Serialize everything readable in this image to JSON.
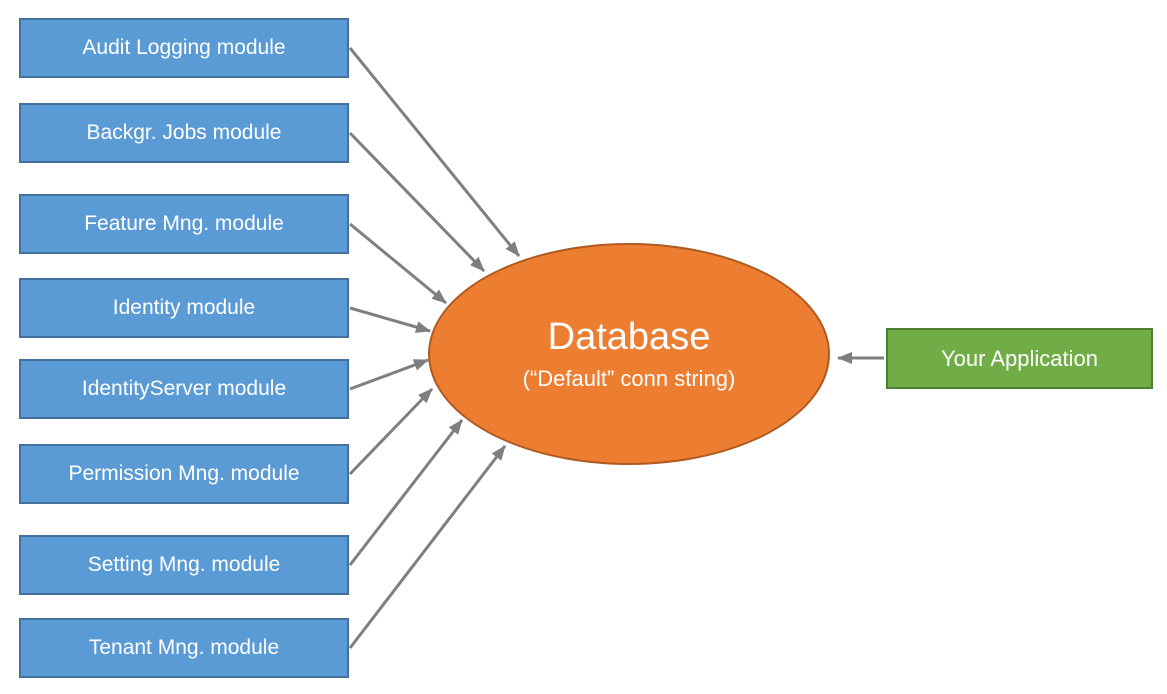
{
  "diagram": {
    "modules": [
      {
        "label": "Audit Logging module"
      },
      {
        "label": "Backgr. Jobs module"
      },
      {
        "label": "Feature Mng. module"
      },
      {
        "label": "Identity module"
      },
      {
        "label": "IdentityServer module"
      },
      {
        "label": "Permission Mng. module"
      },
      {
        "label": "Setting Mng. module"
      },
      {
        "label": "Tenant Mng. module"
      }
    ],
    "database": {
      "title": "Database",
      "subtitle": "(“Default” conn string)"
    },
    "application": {
      "label": "Your Application"
    },
    "connections": [
      {
        "from": "Audit Logging module",
        "to": "Database"
      },
      {
        "from": "Backgr. Jobs module",
        "to": "Database"
      },
      {
        "from": "Feature Mng. module",
        "to": "Database"
      },
      {
        "from": "Identity module",
        "to": "Database"
      },
      {
        "from": "IdentityServer module",
        "to": "Database"
      },
      {
        "from": "Permission Mng. module",
        "to": "Database"
      },
      {
        "from": "Setting Mng. module",
        "to": "Database"
      },
      {
        "from": "Tenant Mng. module",
        "to": "Database"
      },
      {
        "from": "Your Application",
        "to": "Database"
      }
    ],
    "colors": {
      "module_fill": "#5B9BD5",
      "module_border": "#41719C",
      "database_fill": "#ED7D31",
      "database_border": "#AE5A21",
      "application_fill": "#70AD47",
      "application_border": "#507E32",
      "arrow": "#7F7F7F",
      "text": "#FFFFFF",
      "background": "#FFFFFF"
    }
  }
}
